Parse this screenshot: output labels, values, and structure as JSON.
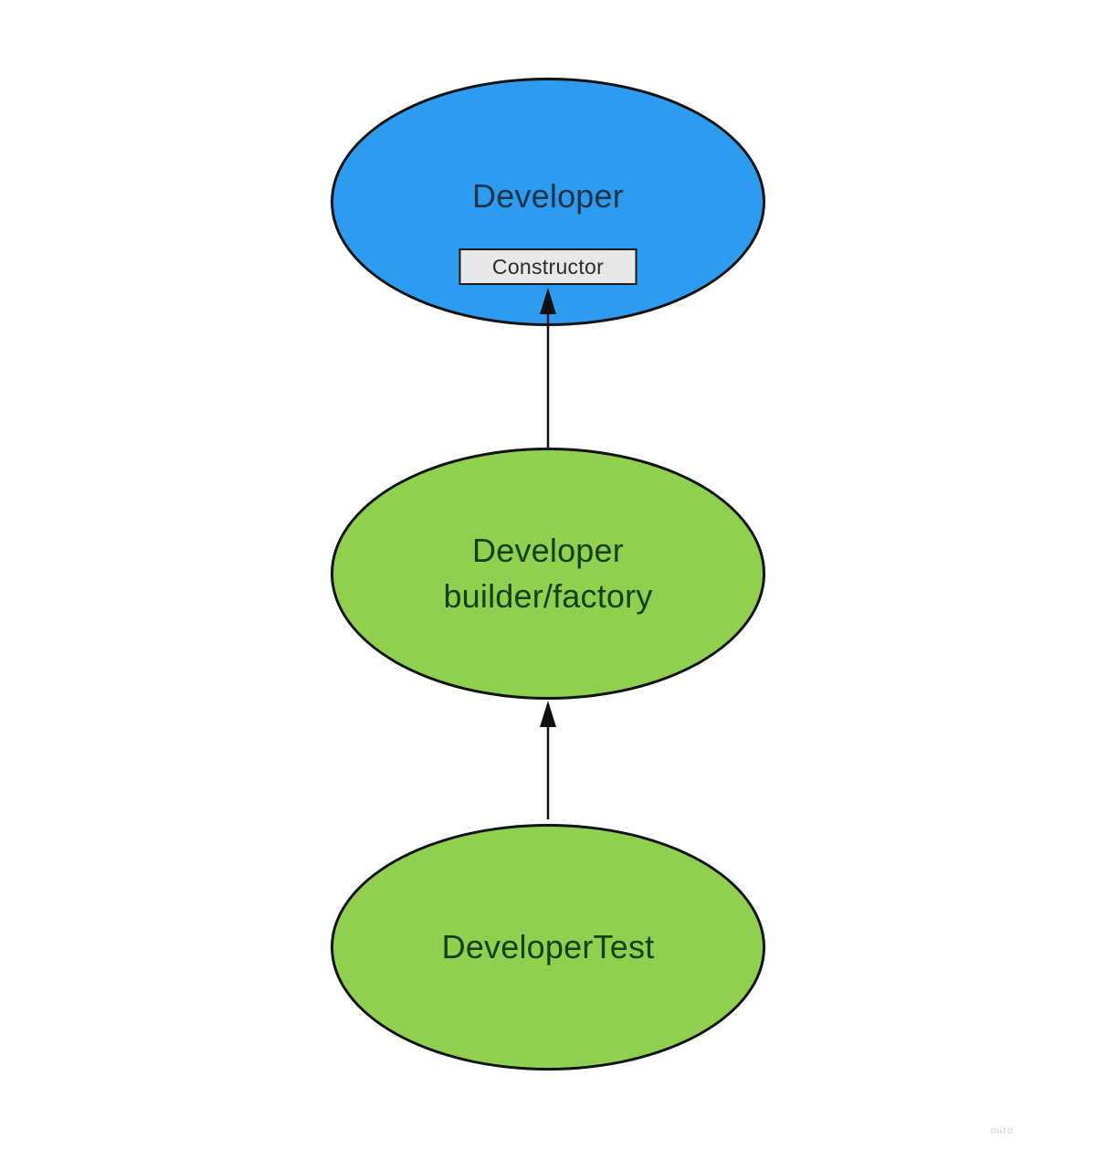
{
  "diagram": {
    "watermark": "miro",
    "colors": {
      "background": "#ffffff",
      "node_blue_fill": "#2d9bf0",
      "node_green_fill": "#8fd14f",
      "node_outline": "#121212",
      "text_on_blue": "#1c3448",
      "text_on_green": "#173f17",
      "constructor_box_fill": "#e8e8e8",
      "constructor_box_border": "#1a1a1a",
      "constructor_box_text": "#2b2b2b",
      "arrow": "#111111"
    },
    "nodes": [
      {
        "id": "developer",
        "shape": "ellipse",
        "color": "#2d9bf0",
        "lines": [
          "Developer"
        ]
      },
      {
        "id": "developer-builder-factory",
        "shape": "ellipse",
        "color": "#8fd14f",
        "lines": [
          "Developer",
          "builder/factory"
        ]
      },
      {
        "id": "developer-test",
        "shape": "ellipse",
        "color": "#8fd14f",
        "lines": [
          "DeveloperTest"
        ]
      }
    ],
    "constructor_box": {
      "label": "Constructor",
      "parent": "developer"
    },
    "edges": [
      {
        "from": "developer-builder-factory",
        "to": "constructor-box",
        "direction": "up",
        "style": "solid-arrow"
      },
      {
        "from": "developer-test",
        "to": "developer-builder-factory",
        "direction": "up",
        "style": "solid-arrow"
      }
    ]
  }
}
